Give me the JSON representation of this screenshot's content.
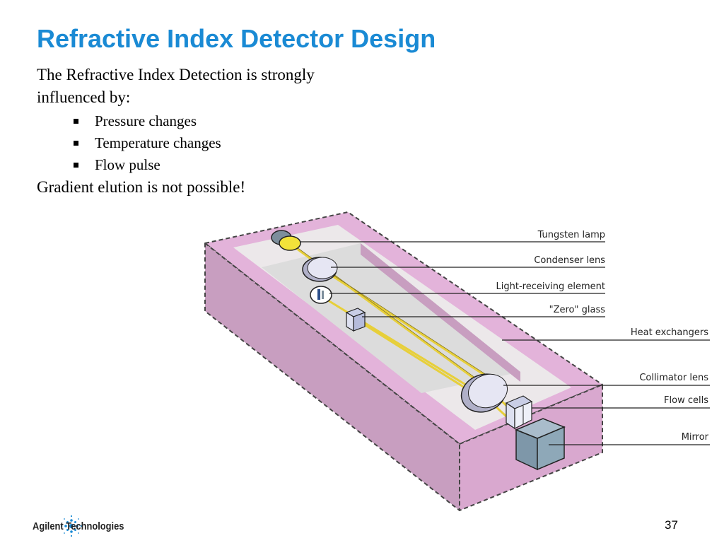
{
  "slide": {
    "title": "Refractive Index Detector Design",
    "intro": "The Refractive Index Detection is strongly influenced by:",
    "bullets": [
      "Pressure changes",
      "Temperature changes",
      "Flow pulse"
    ],
    "closing": "Gradient elution is not possible!",
    "page_number": "37"
  },
  "brand": {
    "name": "Agilent Technologies",
    "accent_color": "#1a8ad4"
  },
  "diagram": {
    "labels": {
      "tungsten_lamp": "Tungsten lamp",
      "condenser_lens": "Condenser lens",
      "light_receiving_element": "Light-receiving element",
      "zero_glass": "\"Zero\" glass",
      "heat_exchangers": "Heat exchangers",
      "collimator_lens": "Collimator lens",
      "flow_cells": "Flow cells",
      "mirror": "Mirror"
    },
    "colors": {
      "housing": "#c89ec0",
      "housing_top": "#e3b3da",
      "inner_floor": "#ece8ea",
      "beam": "#e7cf3a",
      "lens": "#e6e6f3",
      "mirror": "#8ea8b8"
    }
  }
}
